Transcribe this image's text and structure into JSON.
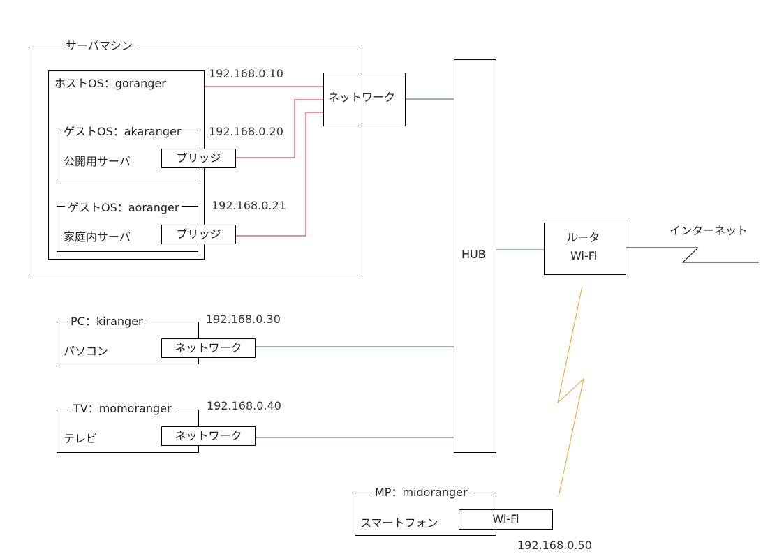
{
  "server_machine": {
    "title": "サーバマシン",
    "host": {
      "name": "ホストOS：goranger",
      "ip": "192.168.0.10"
    },
    "guests": [
      {
        "name": "ゲストOS：akaranger",
        "role": "公開用サーバ",
        "adapter": "ブリッジ",
        "ip": "192.168.0.20"
      },
      {
        "name": "ゲストOS：aoranger",
        "role": "家庭内サーバ",
        "adapter": "ブリッジ",
        "ip": "192.168.0.21"
      }
    ],
    "network": "ネットワーク"
  },
  "hub": {
    "label": "HUB"
  },
  "router": {
    "line1": "ルータ",
    "line2": "Wi-Fi"
  },
  "internet": {
    "label": "インターネット"
  },
  "pc": {
    "name": "PC：kiranger",
    "role": "パソコン",
    "adapter": "ネットワーク",
    "ip": "192.168.0.30"
  },
  "tv": {
    "name": "TV：momoranger",
    "role": "テレビ",
    "adapter": "ネットワーク",
    "ip": "192.168.0.40"
  },
  "phone": {
    "name": "MP：midoranger",
    "role": "スマートフォン",
    "adapter": "Wi-Fi",
    "ip": "192.168.0.50"
  },
  "colors": {
    "virtual_link": "#cc2233",
    "lan_link": "#2e5f8a",
    "wireless": "#f0a030",
    "border": "#000000"
  }
}
